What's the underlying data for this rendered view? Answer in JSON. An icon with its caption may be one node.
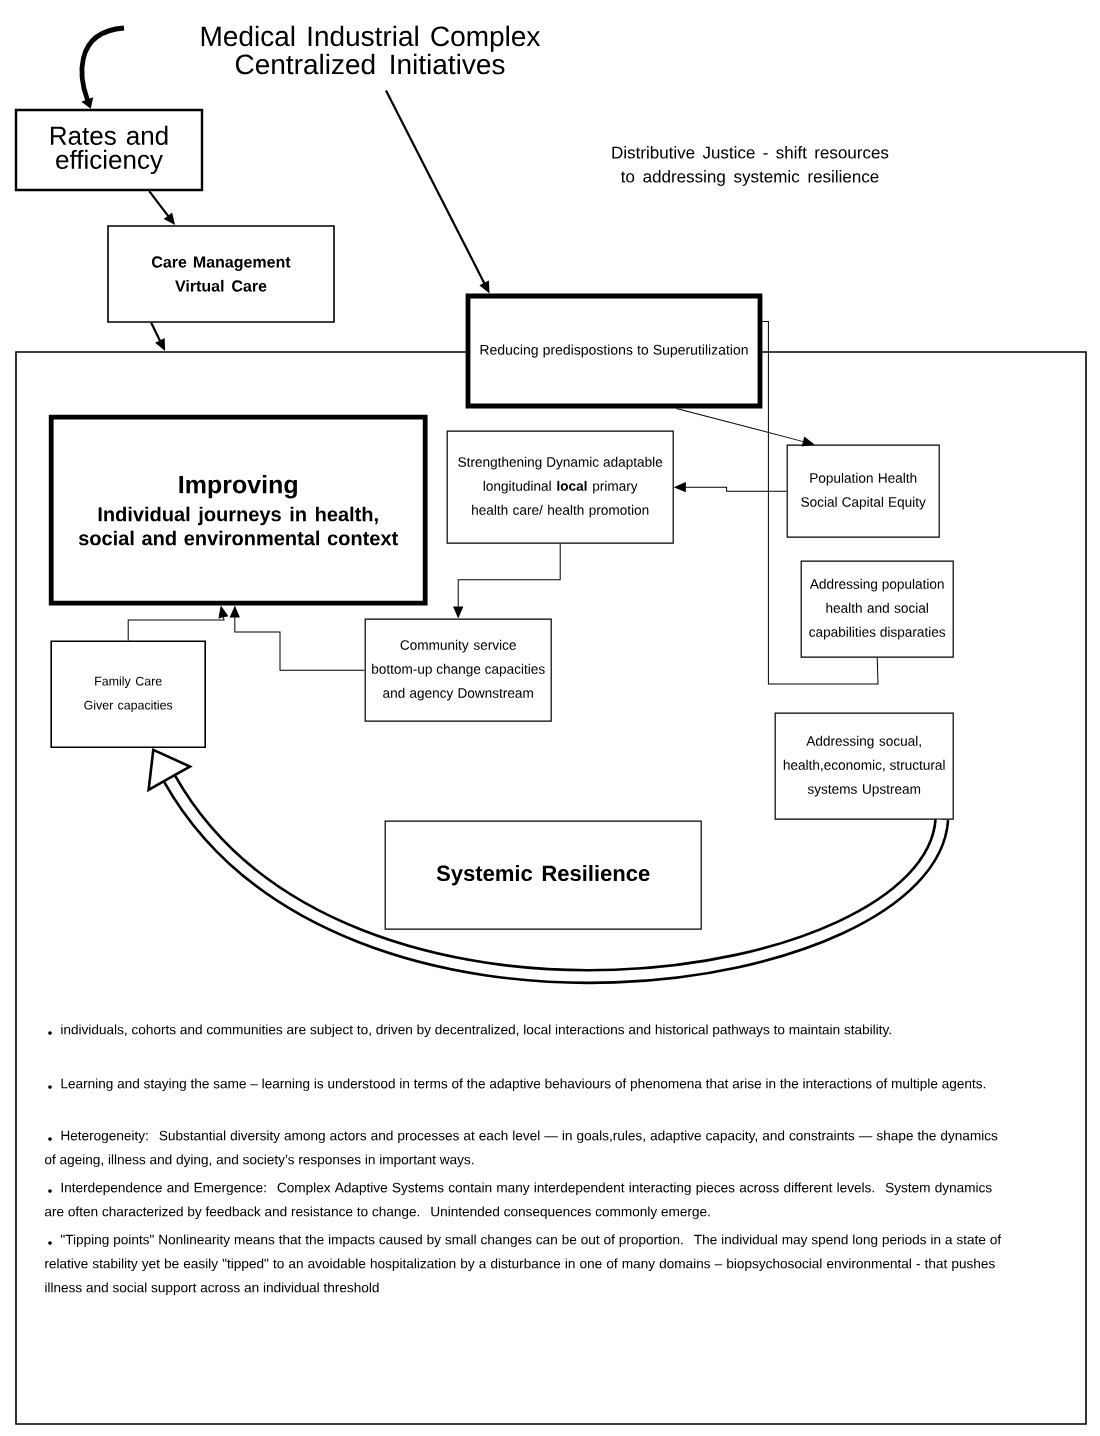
{
  "diagram": {
    "nodes": [
      {
        "text": [
          "Medical Industrial Complex Centralized Initiatives"
        ]
      },
      {
        "text": [
          "Rates and efficiency"
        ]
      },
      {
        "text": [
          "Care Management Virtual Care"
        ]
      },
      {
        "text": [
          "individuals, cohorts and communities are subject to, driven by decentralized, local interactions and historical pathways to maintain stability.",
          "Learning and staying the same – learning is understood in terms of the adaptive behaviours of phenomena that arise in the interactions of multiple agents.",
          "Heterogeneity: Substantial diversity among actors and processes at each level — in goals,rules, adaptive capacity, and constraints — shape the dynamics of ageing, illness and dying, and society’s responses in important ways.",
          "Interdependence and Emergence: Complex Adaptive Systems contain many interdependent interacting pieces across different levels. System dynamics are often characterized by feedback and resistance to change. Unintended consequences commonly emerge.",
          "\"Tipping points\" Nonlinearity means that the impacts caused by small changes can be out of proportion. The individual may spend long periods in a state of relative stability yet be easily \"tipped\" to an avoidable hospitalization by a disturbance in one of many domains – biopsychosocial environmental - that pushes illness and social support across an individual threshold"
        ]
      },
      {
        "text": [
          "Reducing  predispostions to Superutilization"
        ]
      },
      {
        "text": [
          "Improving",
          "Individual journeys in health, social and environmental context"
        ],
        "in": 3
      },
      {
        "text": [
          "Strengthening Dynamic adaptable longitudinal **local** primary health care/ health promotion"
        ],
        "in": 3
      },
      {
        "text": [
          "Population Health Social Capital Equity"
        ],
        "in": 3
      },
      {
        "text": [
          "Addressing population health and social capabilities disparaties"
        ],
        "in": 3
      },
      {
        "text": [
          "Family Care Giver capacities"
        ],
        "in": 3
      },
      {
        "text": [
          "Community service bottom-up change capacities and  agency Downstream"
        ],
        "in": 3
      },
      {
        "text": [
          "Addressing socual, health,economic, structural systems Upstream"
        ],
        "in": 3
      },
      {
        "text": [
          "Systemic Resilience"
        ],
        "in": 3
      }
    ],
    "edges": [
      {
        "from": null,
        "to": 1,
        "arrow": "to",
        "style": "thick"
      },
      {
        "from": 1,
        "to": 2,
        "arrow": "to"
      },
      {
        "from": 2,
        "to": 3,
        "arrow": "to"
      },
      {
        "from": 0,
        "to": 4,
        "arrow": "to"
      },
      {
        "from": 4,
        "to": 7,
        "arrow": "to"
      },
      {
        "from": 7,
        "to": 6,
        "arrow": "to"
      },
      {
        "from": 6,
        "to": 10,
        "arrow": "to"
      },
      {
        "from": 10,
        "to": 5,
        "arrow": "to"
      },
      {
        "from": 9,
        "to": 5,
        "arrow": "to"
      },
      {
        "from": 4,
        "to": 8,
        "arrow": "none"
      },
      {
        "from": 11,
        "to": 9,
        "arrow": "to",
        "style": "thick"
      }
    ],
    "labels": [
      "Distributive Justice - shift resources to addressing systemic resilience"
    ]
  }
}
